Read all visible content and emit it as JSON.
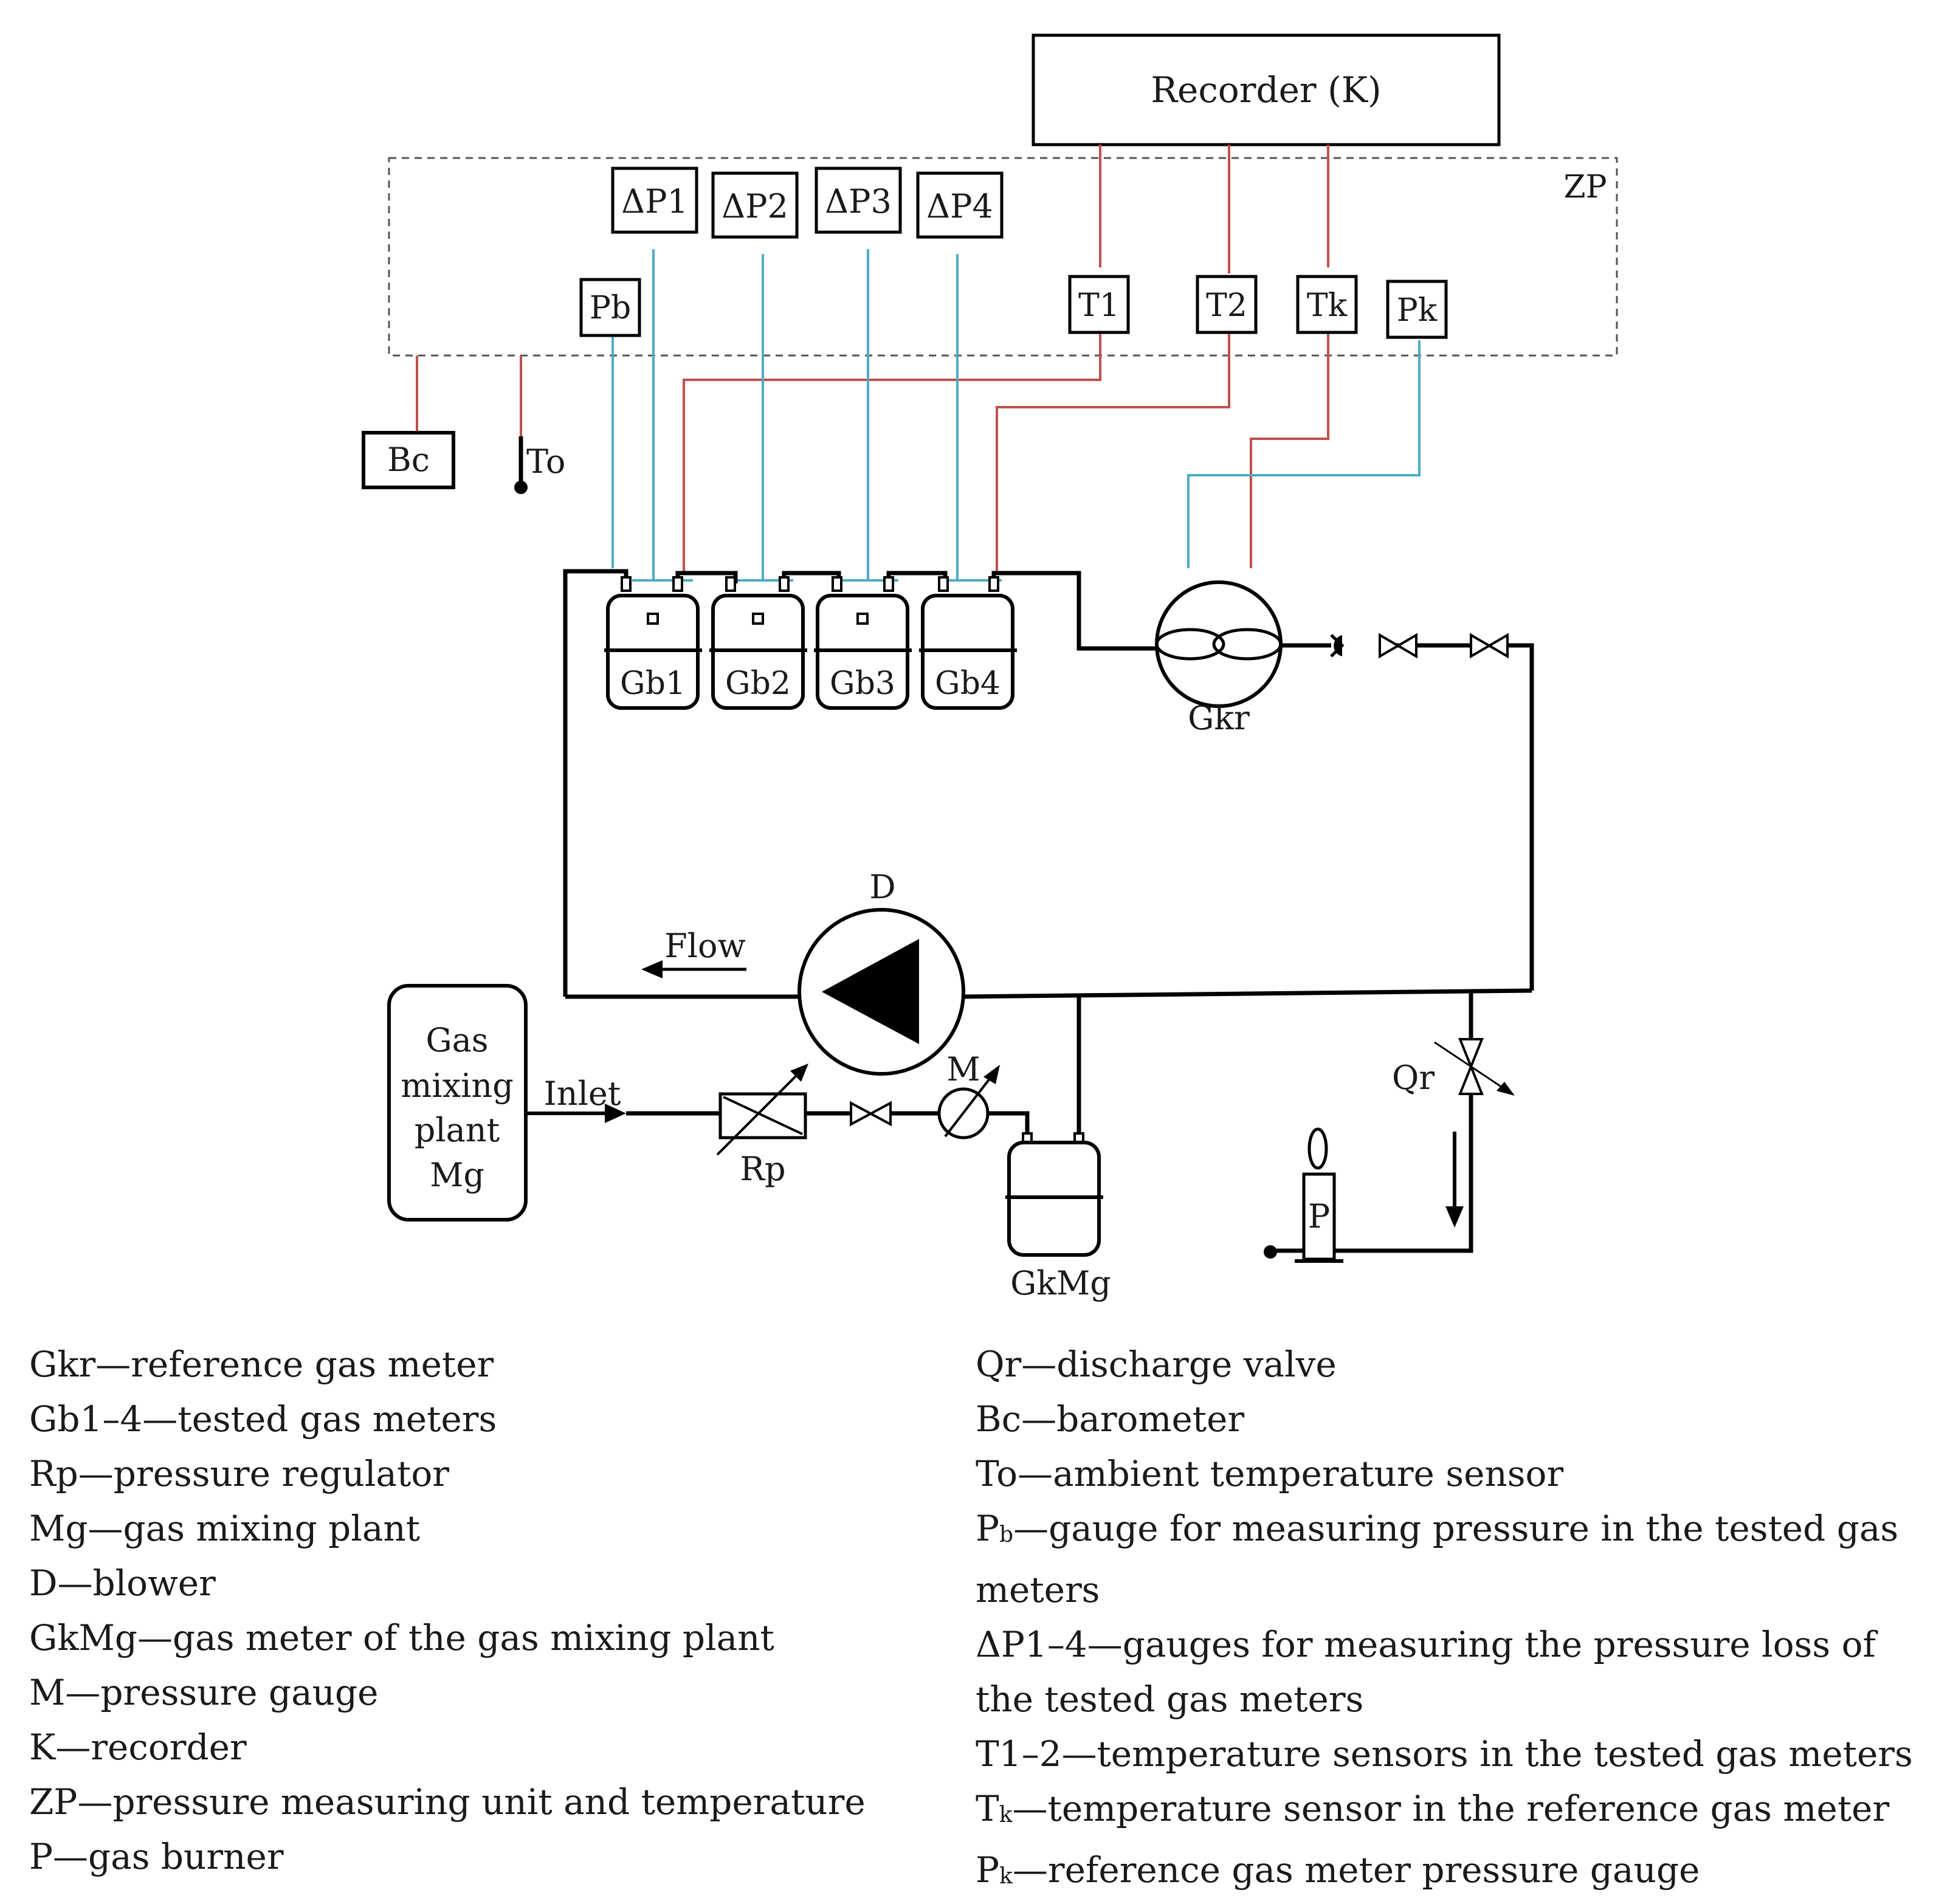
{
  "labels": {
    "recorder": "Recorder (K)",
    "zp": "ZP",
    "dp1": "ΔP1",
    "dp2": "ΔP2",
    "dp3": "ΔP3",
    "dp4": "ΔP4",
    "pb": "Pb",
    "t1": "T1",
    "t2": "T2",
    "tk": "Tk",
    "pk": "Pk",
    "bc": "Bc",
    "to": "To",
    "gb1": "Gb1",
    "gb2": "Gb2",
    "gb3": "Gb3",
    "gb4": "Gb4",
    "gkr": "Gkr",
    "d": "D",
    "flow": "Flow",
    "mg_line1": "Gas",
    "mg_line2": "mixing",
    "mg_line3": "plant",
    "mg_line4": "Mg",
    "inlet": "Inlet",
    "rp": "Rp",
    "m": "M",
    "gkmg": "GkMg",
    "qr": "Qr",
    "p": "P"
  },
  "legend_left": [
    "Gkr—reference gas meter",
    "Gb1–4—tested gas meters",
    "Rp—pressure regulator",
    "Mg—gas mixing plant",
    "D—blower",
    "GkMg—gas meter of the gas mixing plant",
    "M—pressure gauge",
    "K—recorder",
    "ZP—pressure measuring unit and temperature",
    "P—gas burner"
  ],
  "legend_right": {
    "qr": "Qr—discharge valve",
    "bc": "Bc—barometer",
    "to": "To—ambient temperature sensor",
    "pb_main": "P",
    "pb_sub": "b",
    "pb_rest": "—gauge for measuring pressure in the tested gas meters",
    "dp": "ΔP1–4—gauges for measuring the pressure loss of the tested gas meters",
    "t12": "T1–2—temperature sensors in the tested gas meters",
    "tk_main": "T",
    "tk_sub": "k",
    "tk_rest": "—temperature sensor in the reference gas meter",
    "pk_main": "P",
    "pk_sub": "k",
    "pk_rest": "—reference gas meter pressure gauge"
  },
  "colors": {
    "signal_red": "#c0504d",
    "signal_blue": "#4bacc6",
    "pipe": "#000000"
  }
}
